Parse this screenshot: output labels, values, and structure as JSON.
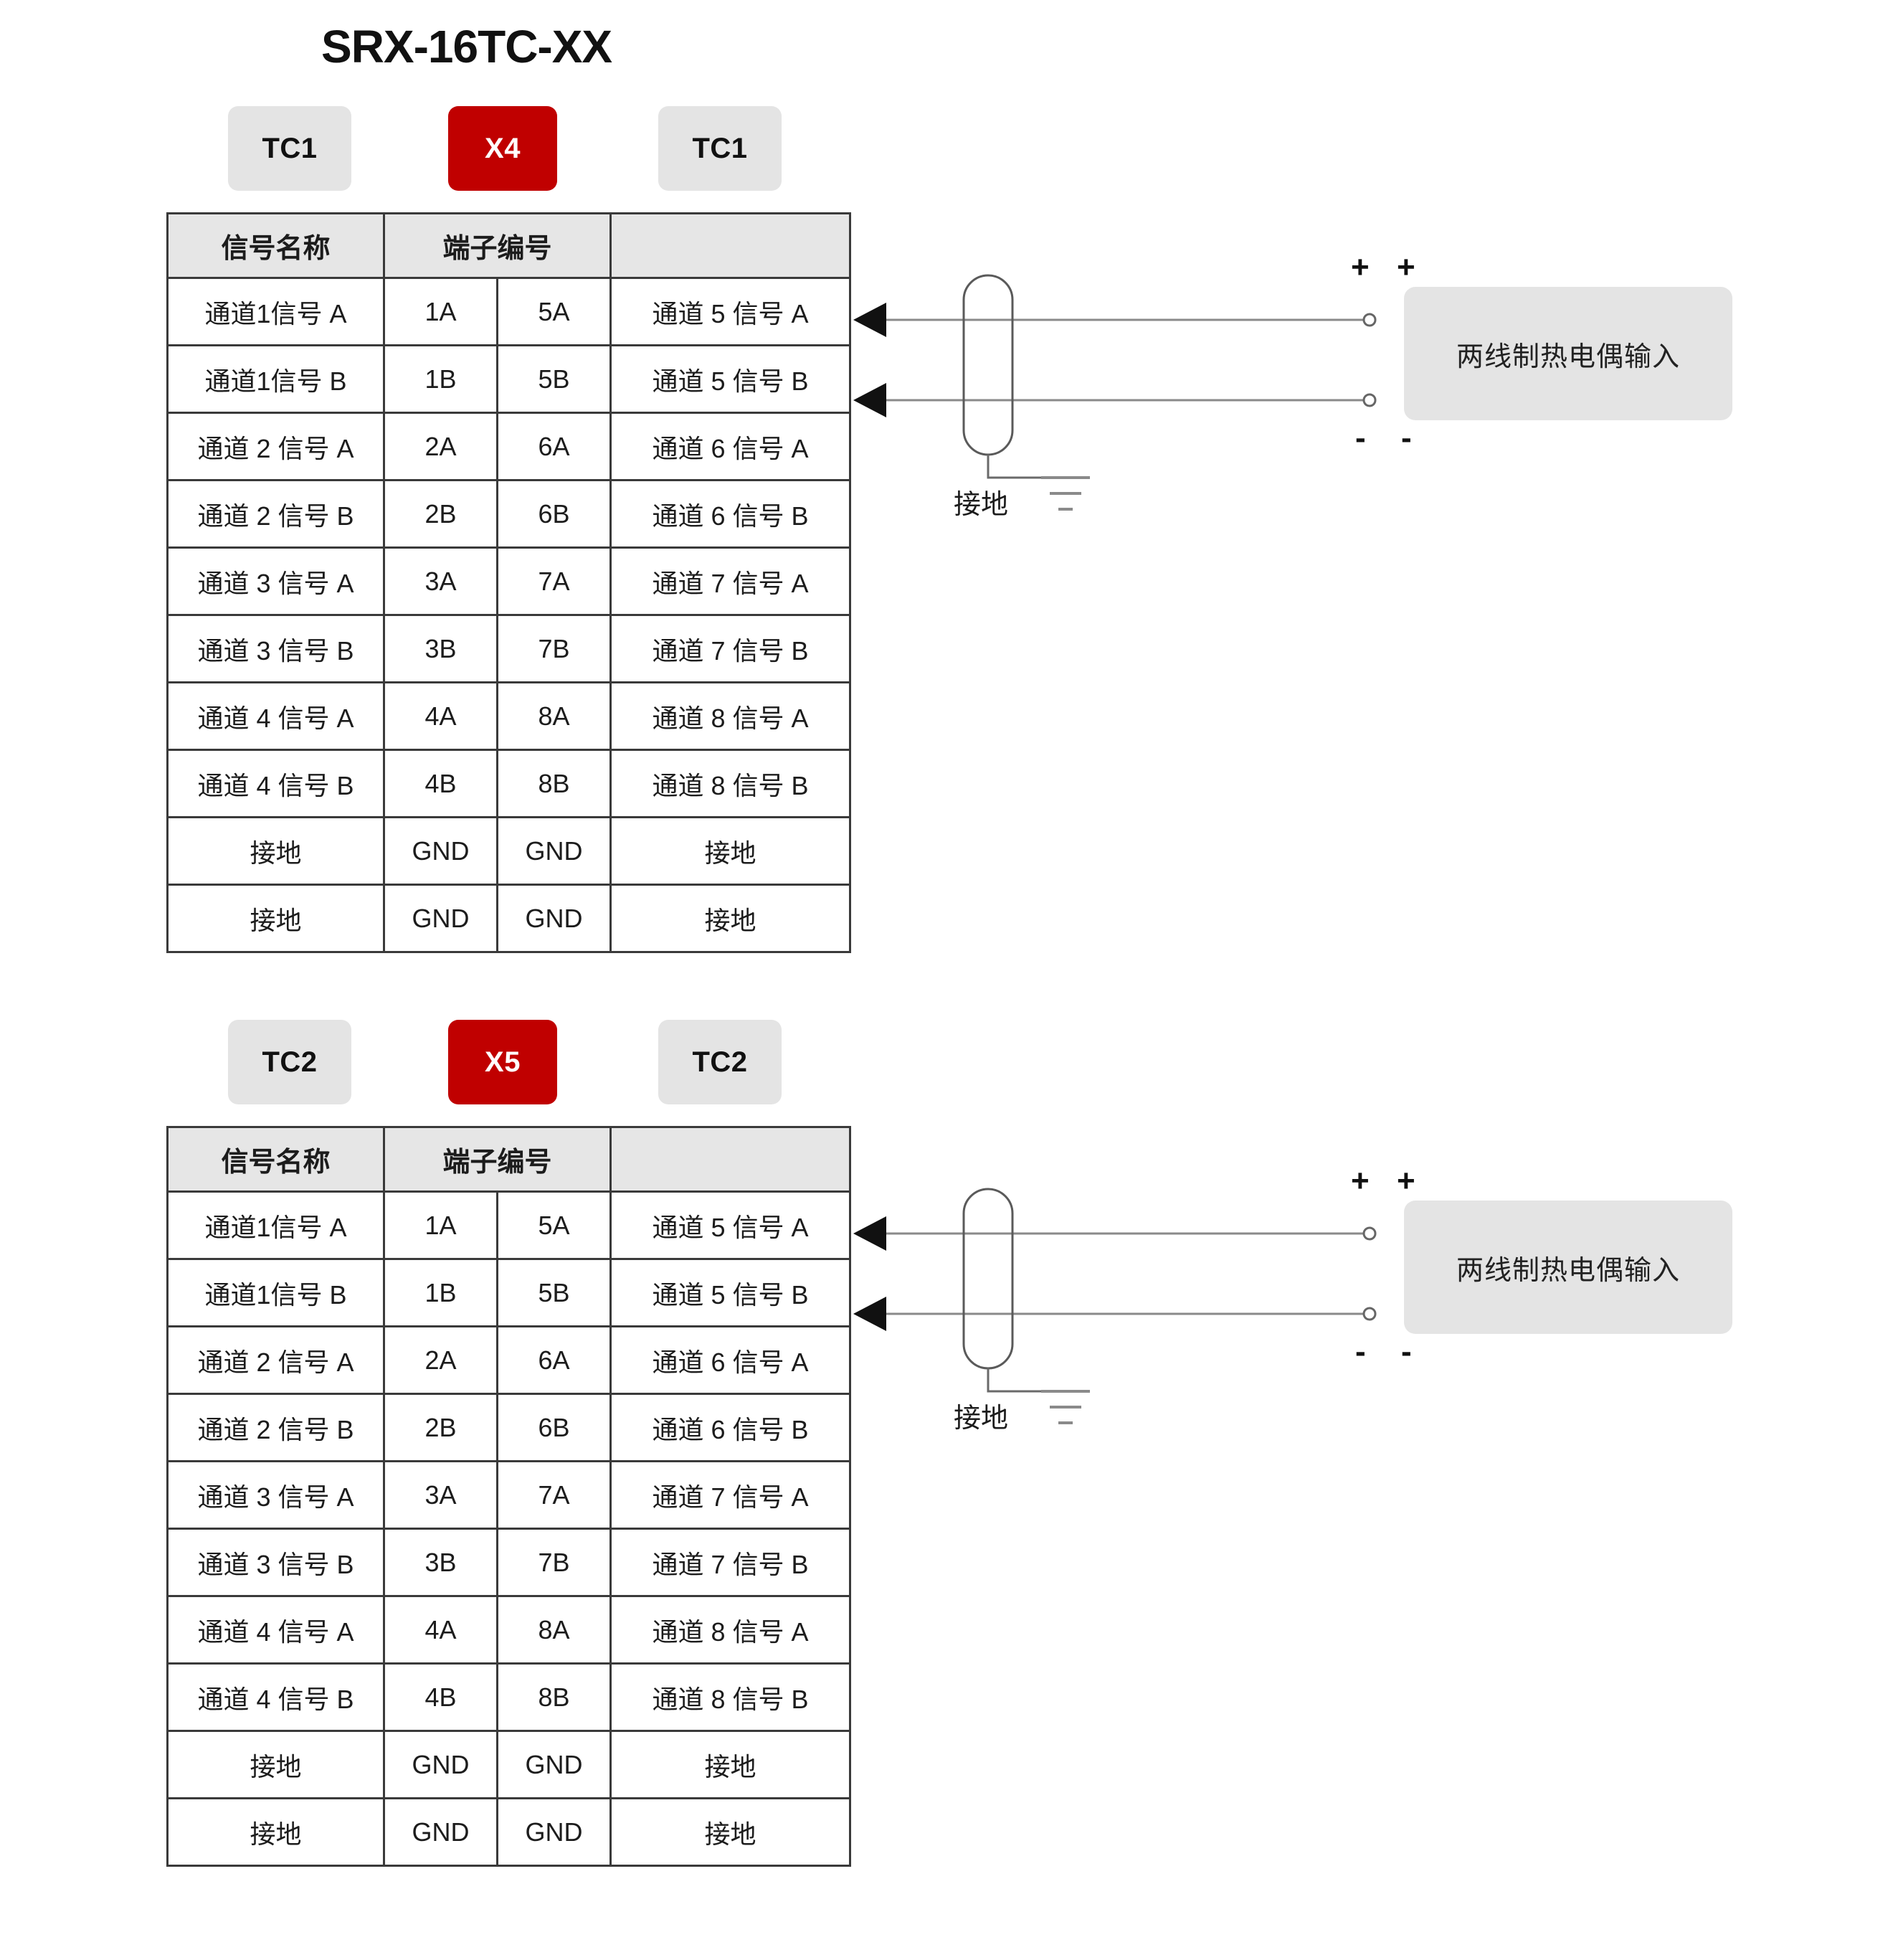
{
  "title": "SRX-16TC-XX",
  "colors": {
    "badge_gray": "#e4e4e4",
    "badge_red": "#c00000",
    "table_border": "#3a3a3a",
    "header_fill": "#e6e6e6",
    "label_box": "#e4e4e4"
  },
  "table_headers": {
    "signal_name": "信号名称",
    "terminal_number": "端子编号",
    "blank": ""
  },
  "rows": [
    {
      "signal_a": "通道1信号 A",
      "terminal_a": "1A",
      "terminal_b": "5A",
      "signal_b": "通道 5 信号 A"
    },
    {
      "signal_a": "通道1信号 B",
      "terminal_a": "1B",
      "terminal_b": "5B",
      "signal_b": "通道 5 信号 B"
    },
    {
      "signal_a": "通道 2 信号 A",
      "terminal_a": "2A",
      "terminal_b": "6A",
      "signal_b": "通道 6 信号 A"
    },
    {
      "signal_a": "通道 2 信号 B",
      "terminal_a": "2B",
      "terminal_b": "6B",
      "signal_b": "通道 6 信号 B"
    },
    {
      "signal_a": "通道 3 信号 A",
      "terminal_a": "3A",
      "terminal_b": "7A",
      "signal_b": "通道 7 信号 A"
    },
    {
      "signal_a": "通道 3 信号 B",
      "terminal_a": "3B",
      "terminal_b": "7B",
      "signal_b": "通道 7 信号 B"
    },
    {
      "signal_a": "通道 4 信号 A",
      "terminal_a": "4A",
      "terminal_b": "8A",
      "signal_b": "通道 8 信号 A"
    },
    {
      "signal_a": "通道 4 信号 B",
      "terminal_a": "4B",
      "terminal_b": "8B",
      "signal_b": "通道 8 信号 B"
    },
    {
      "signal_a": "接地",
      "terminal_a": "GND",
      "terminal_b": "GND",
      "signal_b": "接地"
    },
    {
      "signal_a": "接地",
      "terminal_a": "GND",
      "terminal_b": "GND",
      "signal_b": "接地"
    }
  ],
  "sections": [
    {
      "badge_left": "TC1",
      "badge_center": "X4",
      "badge_right": "TC1",
      "ground_caption": "接地",
      "input_label": "两线制热电偶输入",
      "polarity": {
        "plus": "+",
        "minus": "-"
      }
    },
    {
      "badge_left": "TC2",
      "badge_center": "X5",
      "badge_right": "TC2",
      "ground_caption": "接地",
      "input_label": "两线制热电偶输入",
      "polarity": {
        "plus": "+",
        "minus": "-"
      }
    }
  ]
}
